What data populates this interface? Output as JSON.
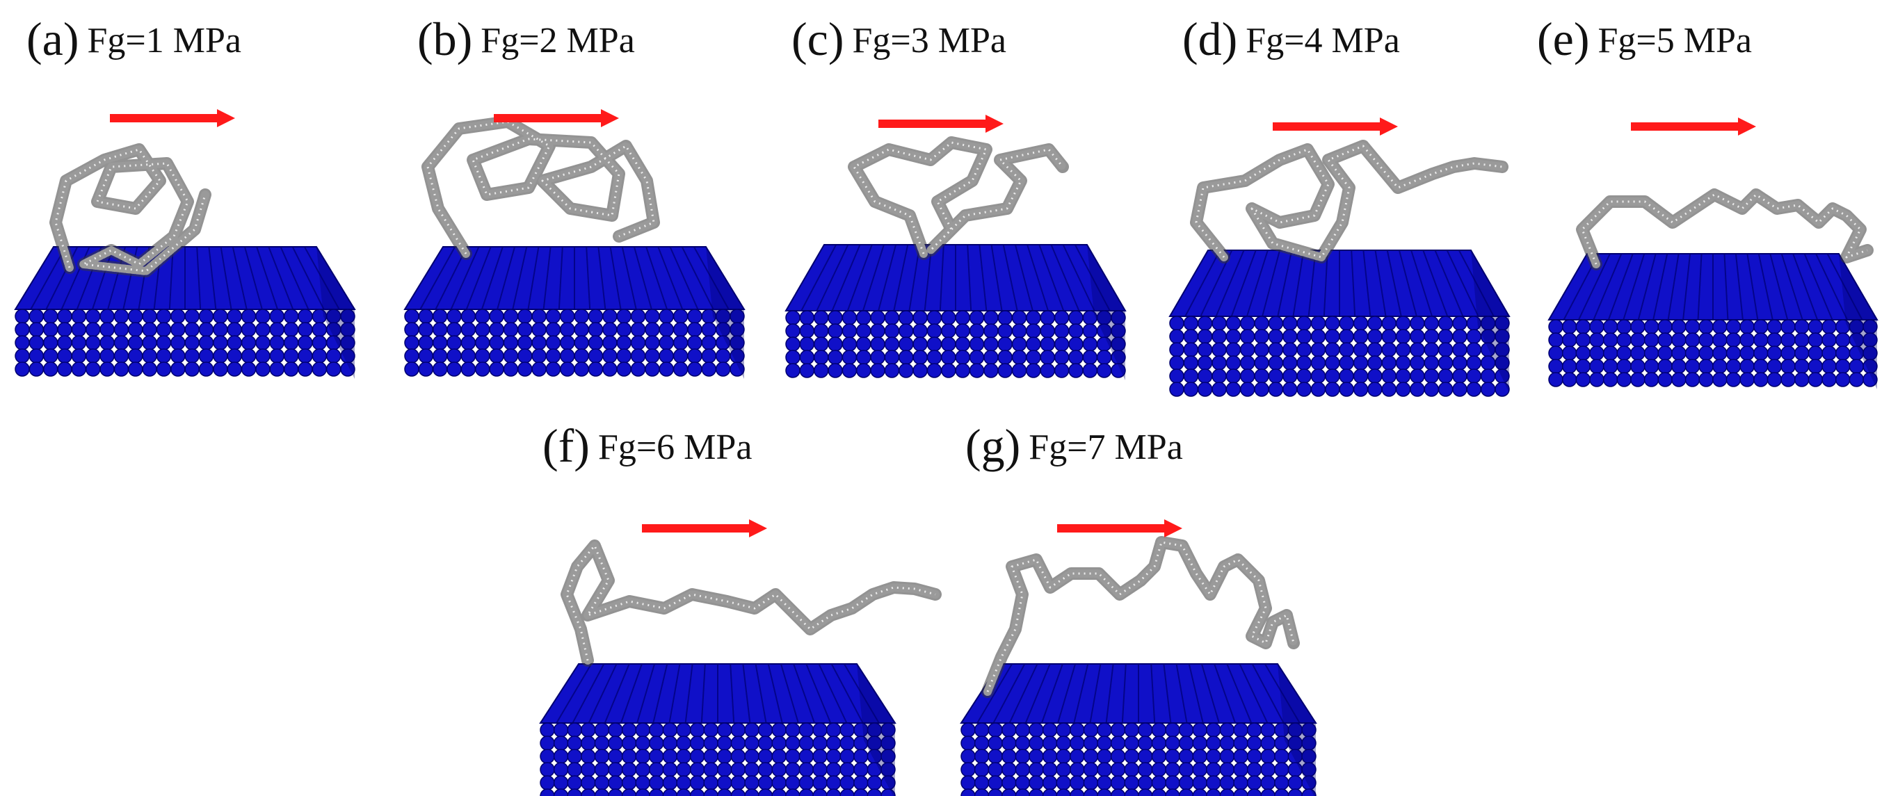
{
  "colors": {
    "substrate": "#1010c8",
    "substrate_dark": "#000070",
    "substrate_light": "#5a5aff",
    "arrow": "#ff1a1a",
    "polymer": "#9a9a9a",
    "polymer_dark": "#3a3a3a",
    "text": "#111111"
  },
  "panels": [
    {
      "letter": "(a)",
      "condition": "Fg=1 MPa",
      "fg_mpa": 1
    },
    {
      "letter": "(b)",
      "condition": "Fg=2 MPa",
      "fg_mpa": 2
    },
    {
      "letter": "(c)",
      "condition": "Fg=3 MPa",
      "fg_mpa": 3
    },
    {
      "letter": "(d)",
      "condition": "Fg=4 MPa",
      "fg_mpa": 4
    },
    {
      "letter": "(e)",
      "condition": "Fg=5 MPa",
      "fg_mpa": 5
    },
    {
      "letter": "(f)",
      "condition": "Fg=6 MPa",
      "fg_mpa": 6
    },
    {
      "letter": "(g)",
      "condition": "Fg=7 MPa",
      "fg_mpa": 7
    }
  ]
}
